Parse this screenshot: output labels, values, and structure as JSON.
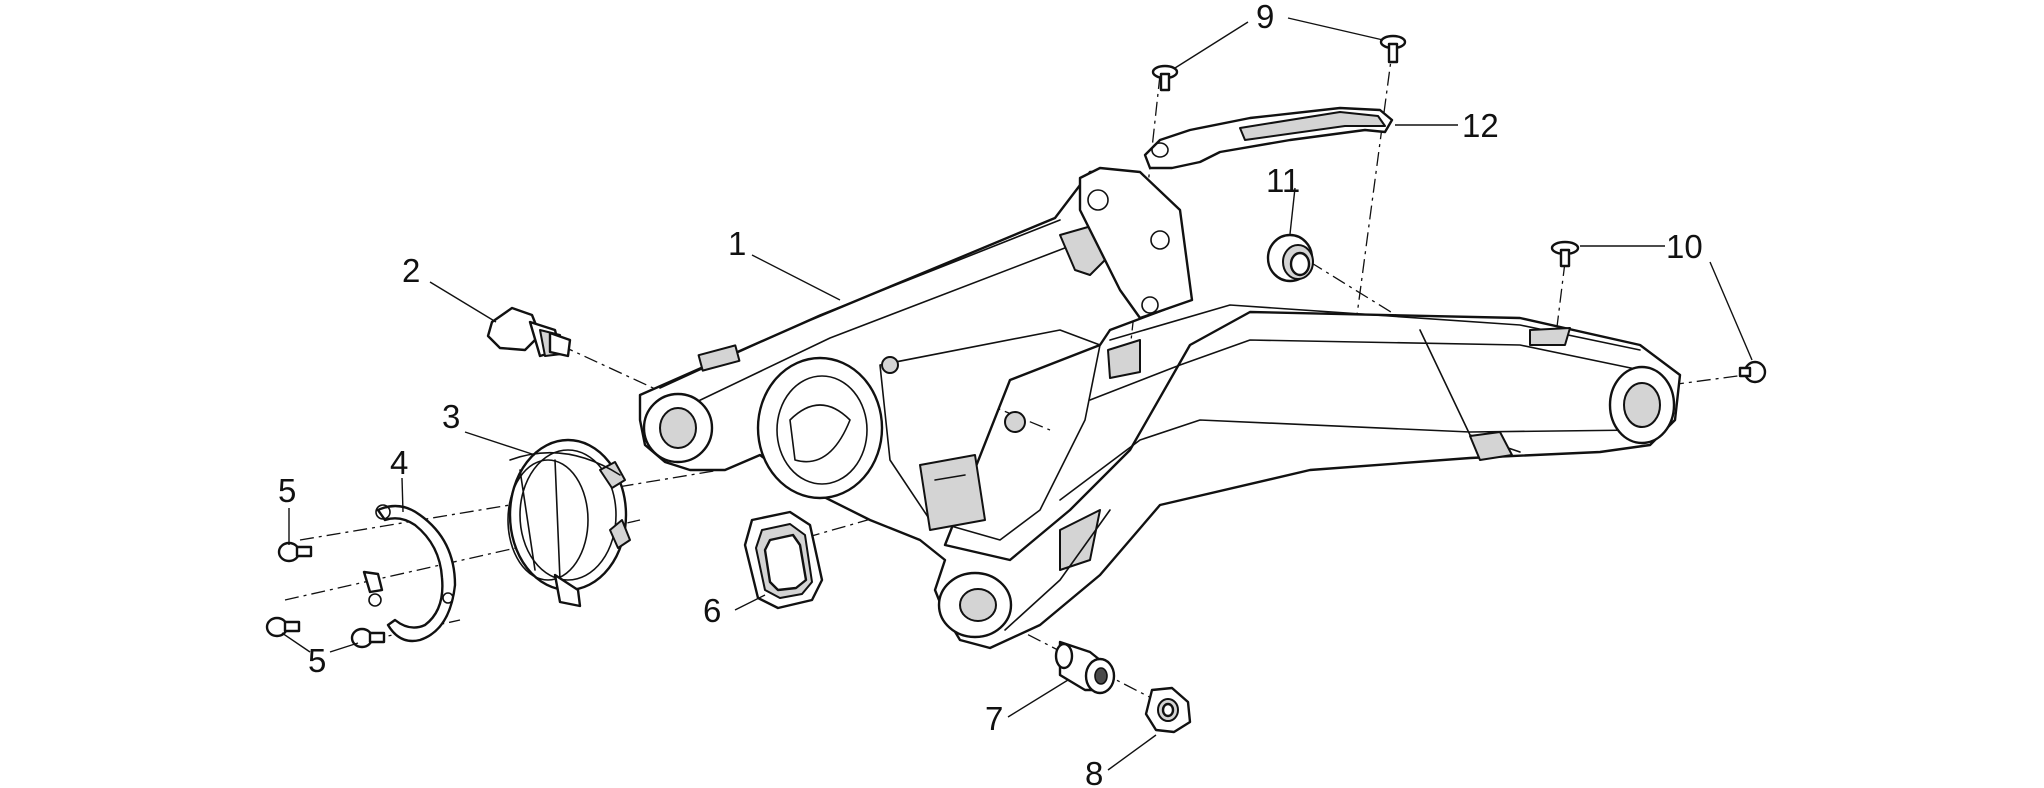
{
  "callouts": {
    "c1": "1",
    "c2": "2",
    "c3": "3",
    "c4": "4",
    "c5a": "5",
    "c5b": "5",
    "c6": "6",
    "c7": "7",
    "c8": "8",
    "c9": "9",
    "c10": "10",
    "c11": "11",
    "c12": "12"
  },
  "colors": {
    "line": "#111111",
    "shade": "#d4d4d4",
    "background": "#ffffff"
  }
}
